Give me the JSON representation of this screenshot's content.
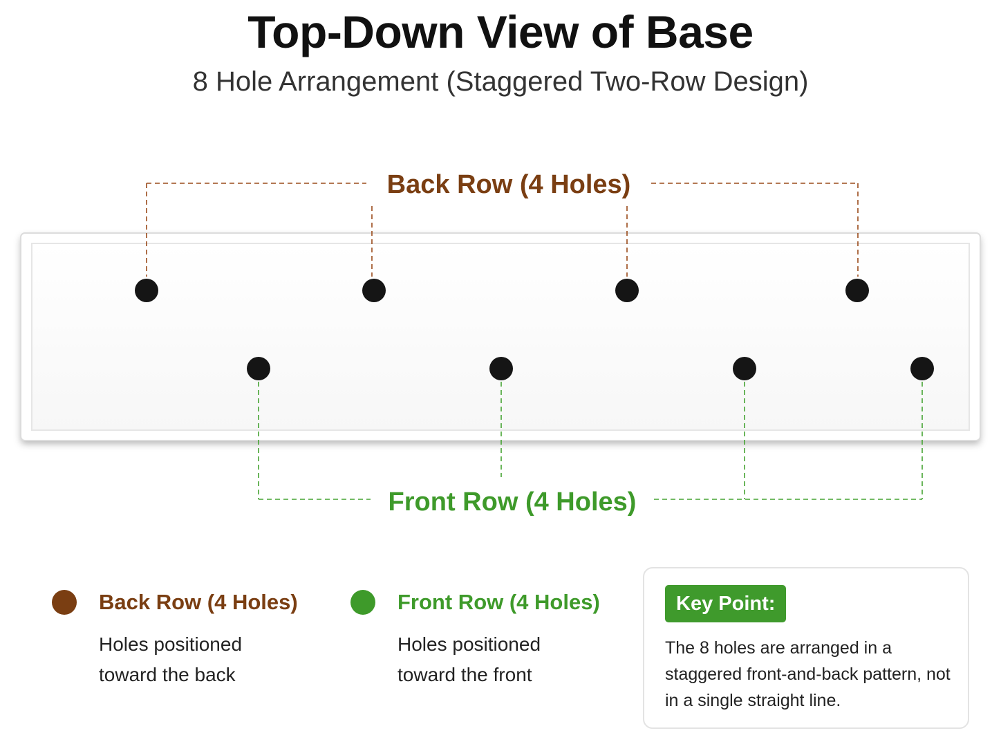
{
  "title": "Top-Down View of Base",
  "subtitle": "8 Hole Arrangement (Staggered Two-Row Design)",
  "colors": {
    "back_row": "#7a3e12",
    "front_row": "#3e9a2a",
    "hole": "#151515",
    "key_badge": "#3f9a2c"
  },
  "diagram": {
    "back_row_label": "Back Row (4 Holes)",
    "front_row_label": "Front Row (4 Holes)",
    "back_row_hole_count": 4,
    "front_row_hole_count": 4
  },
  "legend": {
    "back": {
      "title": "Back Row (4 Holes)",
      "line1": "Holes positioned",
      "line2": "toward the back"
    },
    "front": {
      "title": "Front Row (4 Holes)",
      "line1": "Holes positioned",
      "line2": "toward the front"
    }
  },
  "key_point": {
    "label": "Key Point:",
    "text": "The 8 holes are arranged in a staggered front-and-back pattern, not in a single straight line."
  }
}
